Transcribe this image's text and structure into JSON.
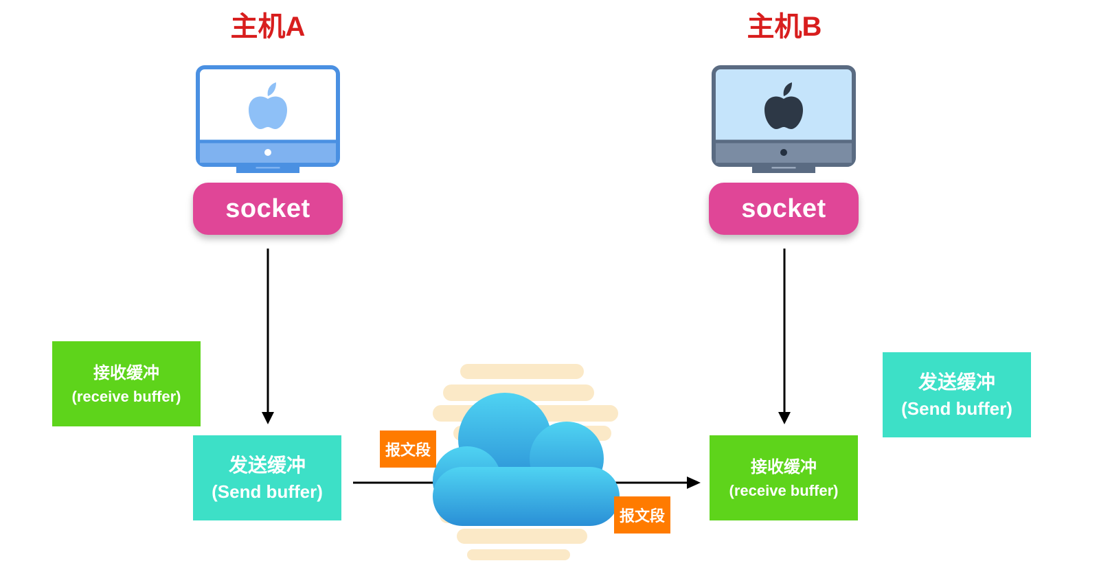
{
  "hosts": [
    {
      "title": "主机A",
      "socket_label": "socket"
    },
    {
      "title": "主机B",
      "socket_label": "socket"
    }
  ],
  "host_a": {
    "receive_buffer": {
      "zh": "接收缓冲",
      "en": "(receive buffer)"
    },
    "send_buffer": {
      "zh": "发送缓冲",
      "en": "(Send buffer)"
    }
  },
  "host_b": {
    "receive_buffer": {
      "zh": "接收缓冲",
      "en": "(receive buffer)"
    },
    "send_buffer": {
      "zh": "发送缓冲",
      "en": "(Send buffer)"
    }
  },
  "segments": [
    {
      "label": "报文段"
    },
    {
      "label": "报文段"
    }
  ],
  "icons": [
    "apple-monitor-icon",
    "cloud-icon",
    "arrow-icon"
  ],
  "colors": {
    "title_red": "#d81e1e",
    "socket_pink": "#e04697",
    "buffer_green": "#5ed41b",
    "buffer_teal": "#3de0c7",
    "segment_orange": "#ff7b00",
    "monitor_a_frame": "#4a90e2",
    "monitor_b_frame": "#5a6b82"
  }
}
